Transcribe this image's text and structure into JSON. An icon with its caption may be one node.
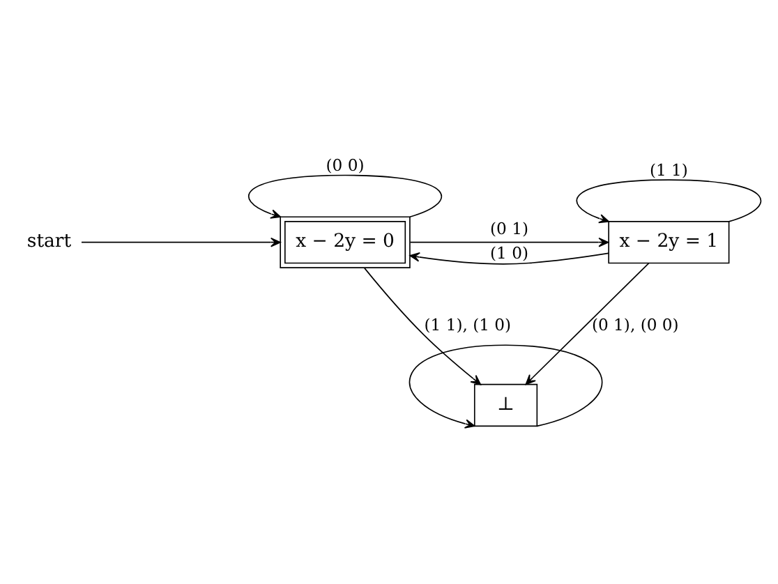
{
  "diagram": {
    "nodes": [
      {
        "text": [
          "start"
        ]
      },
      {
        "text": [
          "x − 2y = 0"
        ]
      },
      {
        "text": [
          "x − 2y = 1"
        ]
      },
      {
        "text": [
          "⊥"
        ]
      }
    ],
    "edges": [
      {
        "from": 0,
        "to": 1,
        "arrow": "to"
      },
      {
        "from": 1,
        "to": 1,
        "arrow": "to",
        "label": "(0 0)"
      },
      {
        "from": 1,
        "to": 2,
        "arrow": "to",
        "label": "(0 1)"
      },
      {
        "from": 2,
        "to": 2,
        "arrow": "to",
        "label": "(1 1)"
      },
      {
        "from": 2,
        "to": 1,
        "arrow": "to",
        "label": "(1 0)"
      },
      {
        "from": 1,
        "to": 3,
        "arrow": "to",
        "label": "(1 1), (1 0)"
      },
      {
        "from": 2,
        "to": 3,
        "arrow": "to",
        "label": "(0 1), (0 0)"
      },
      {
        "from": 3,
        "to": 3,
        "arrow": "to"
      }
    ]
  }
}
